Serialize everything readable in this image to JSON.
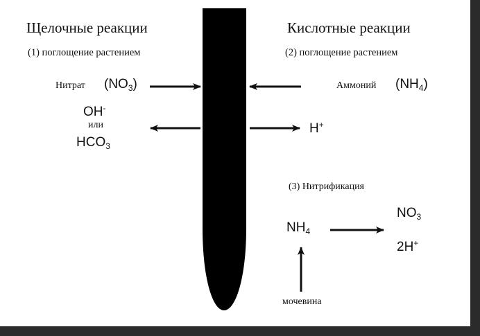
{
  "left": {
    "title": "Щелочные реакции",
    "subtitle": "(1) поглощение растением",
    "nitrate_label": "Нитрат",
    "nitrate_formula": {
      "base": "(NO",
      "sub": "3",
      "tail": ")"
    },
    "oh": {
      "base": "OH",
      "sup": "-"
    },
    "or": "или",
    "hco3": {
      "base": "HCO",
      "sub": "3"
    }
  },
  "right": {
    "title": "Кислотные реакции",
    "subtitle": "(2) поглощение растением",
    "ammonium_label": "Аммоний",
    "ammonium_formula": {
      "base": "(NH",
      "sub": "4",
      "tail": ")"
    },
    "h": {
      "base": "H",
      "sup": "+"
    }
  },
  "nitrification": {
    "title": "(3) Нитрификация",
    "nh4": {
      "base": "NH",
      "sub": "4"
    },
    "no3": {
      "base": "NO",
      "sub": "3"
    },
    "h2": {
      "base": "2H",
      "sup": "+"
    },
    "urea": "мочевина"
  },
  "colors": {
    "ink": "#111111",
    "root": "#000000",
    "frame": "#2b2b2b"
  }
}
